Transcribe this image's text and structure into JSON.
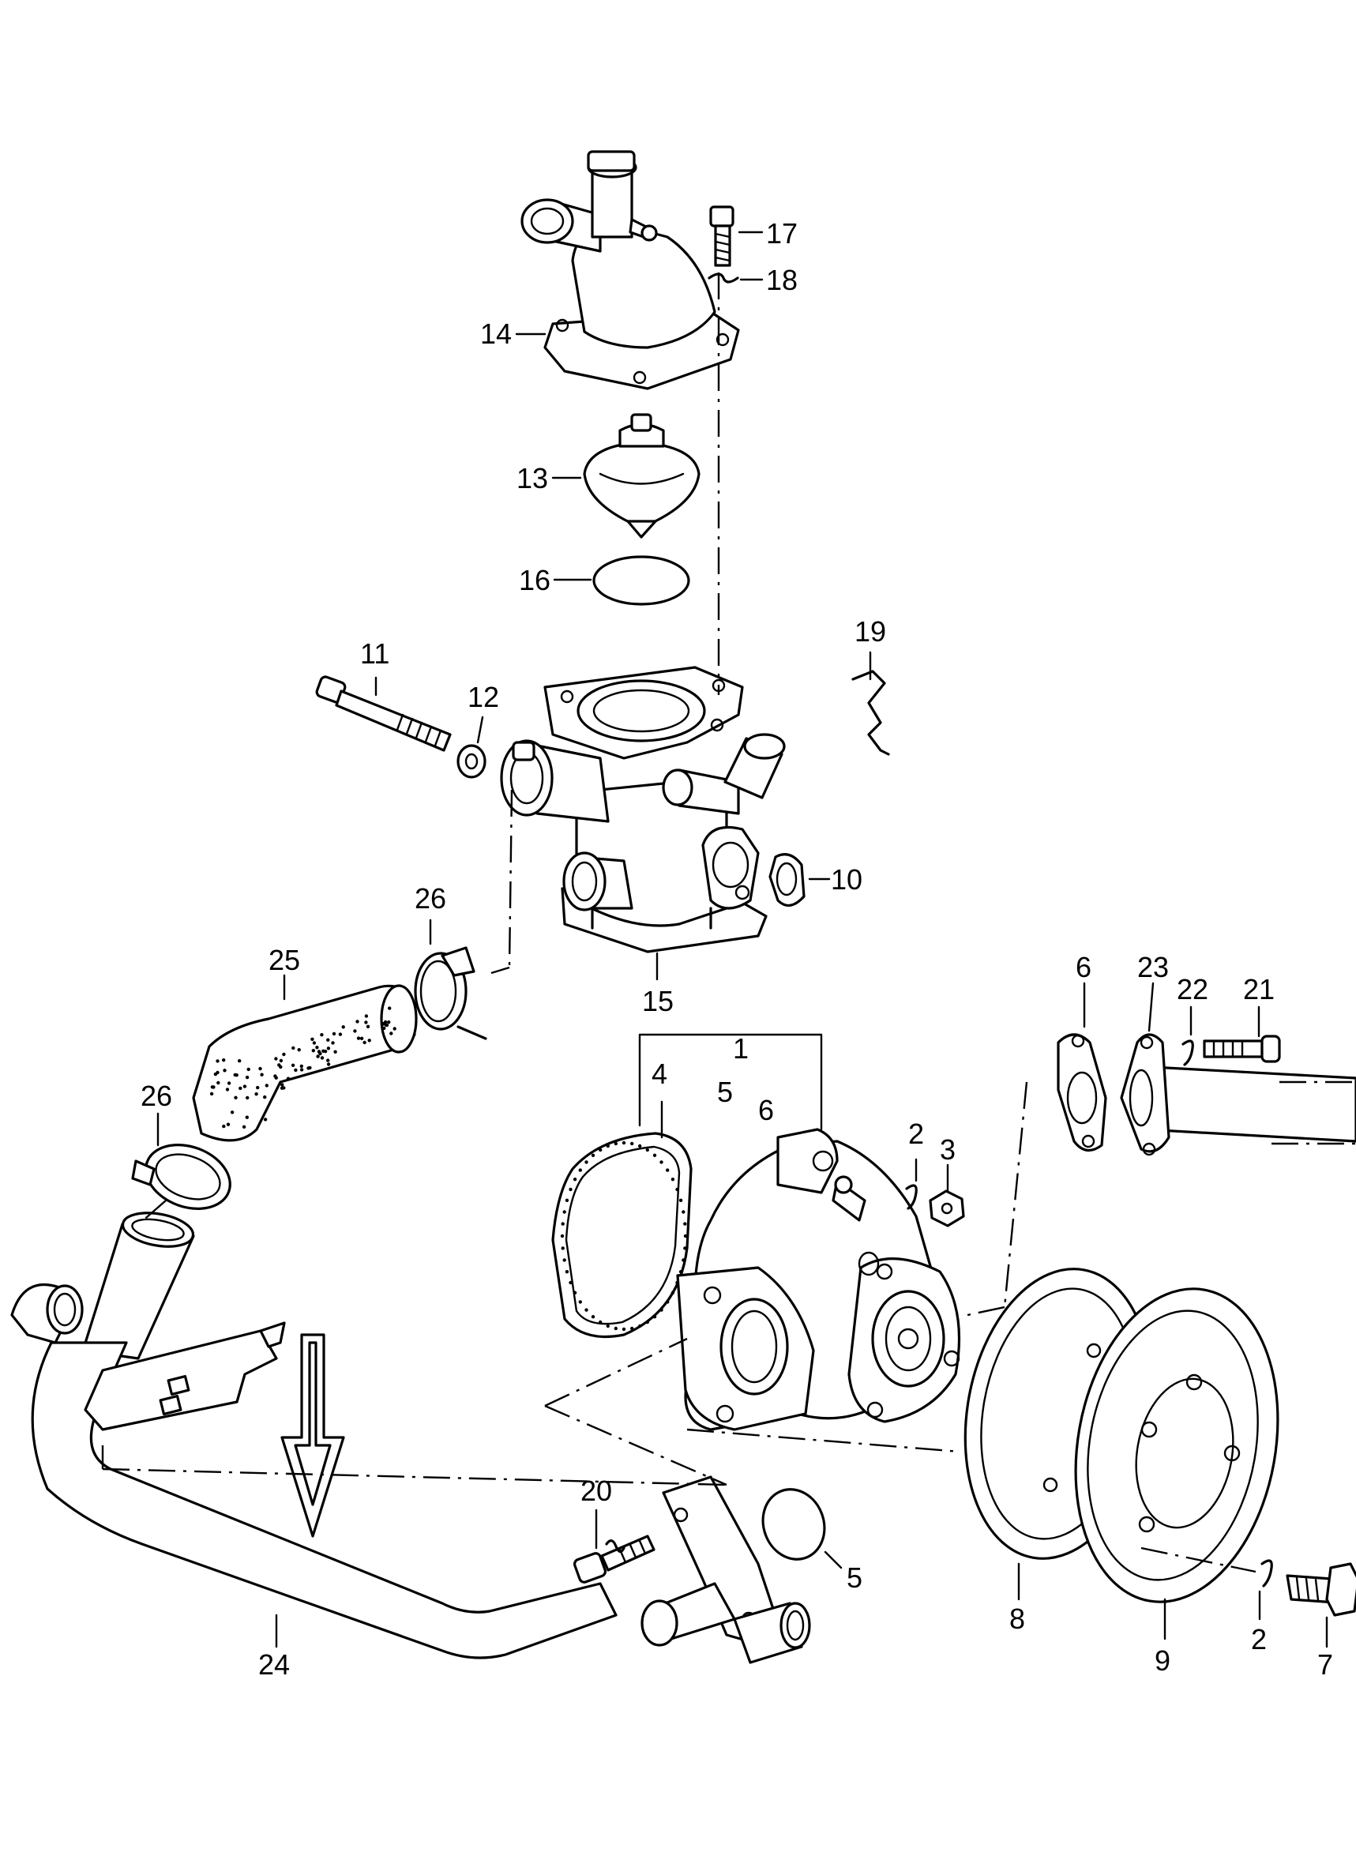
{
  "diagram": {
    "part_labels": {
      "p1": "1",
      "p2a": "2",
      "p2b": "2",
      "p3": "3",
      "p4": "4",
      "p5a": "5",
      "p5b": "5",
      "p6a": "6",
      "p6b": "6",
      "p7": "7",
      "p8": "8",
      "p9": "9",
      "p10": "10",
      "p11": "11",
      "p12": "12",
      "p13": "13",
      "p14": "14",
      "p15": "15",
      "p16": "16",
      "p17": "17",
      "p18": "18",
      "p19": "19",
      "p20": "20",
      "p21": "21",
      "p22": "22",
      "p23": "23",
      "p24": "24",
      "p25": "25",
      "p26a": "26",
      "p26b": "26"
    },
    "direction_arrow": "down-arrow-icon"
  }
}
